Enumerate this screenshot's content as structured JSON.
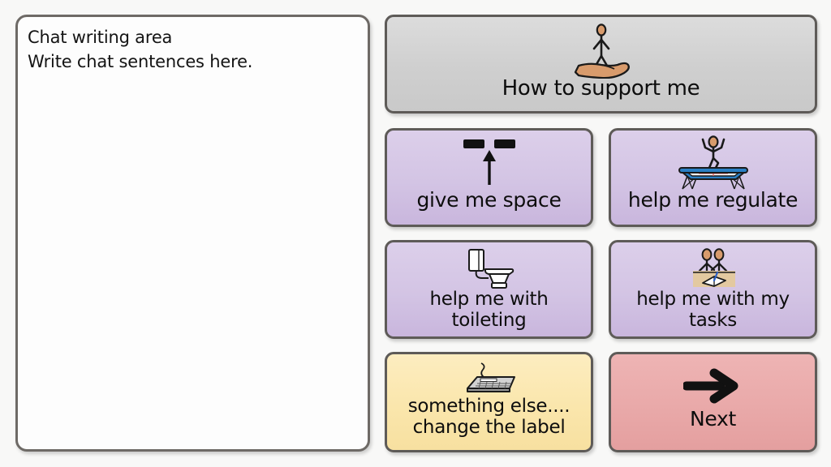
{
  "app": {
    "type": "aac-communication-board",
    "background_color": "#f8f8f7"
  },
  "chat": {
    "name": "chat-writing-area",
    "lines": [
      "Chat writing area",
      "Write chat sentences here."
    ],
    "line1": "Chat writing area",
    "line2": "Write chat sentences here.",
    "background_color": "#fdfdfd",
    "border_color": "#6e6a66"
  },
  "header_button": {
    "label": "How to support me",
    "icon": "hand-holding-person-icon",
    "color": "#cfcfcf"
  },
  "buttons": [
    {
      "label": "give me space",
      "icon": "arrow-up-between-bars-icon",
      "color": "#d3c4e4",
      "name": "give-me-space-button"
    },
    {
      "label": "help me regulate",
      "icon": "trampoline-icon",
      "color": "#d3c4e4",
      "name": "help-me-regulate-button"
    },
    {
      "label": "help me with toileting",
      "icon": "toilet-icon",
      "color": "#d3c4e4",
      "name": "help-me-with-toileting-button"
    },
    {
      "label": "help me with my tasks",
      "icon": "two-people-at-desk-icon",
      "color": "#d3c4e4",
      "name": "help-me-with-my-tasks-button"
    },
    {
      "label": "something else.... change the label",
      "icon": "keyboard-icon",
      "color": "#fae6ac",
      "name": "something-else-button"
    },
    {
      "label": "Next",
      "icon": "arrow-right-icon",
      "color": "#e9a9a9",
      "name": "next-button"
    }
  ],
  "colors": {
    "skin": "#d89b6c",
    "trampoline_blue": "#2a7fc4",
    "desk_tan": "#e3c9a0",
    "outline": "#1a1a1a",
    "button_border": "#5e5b58"
  }
}
